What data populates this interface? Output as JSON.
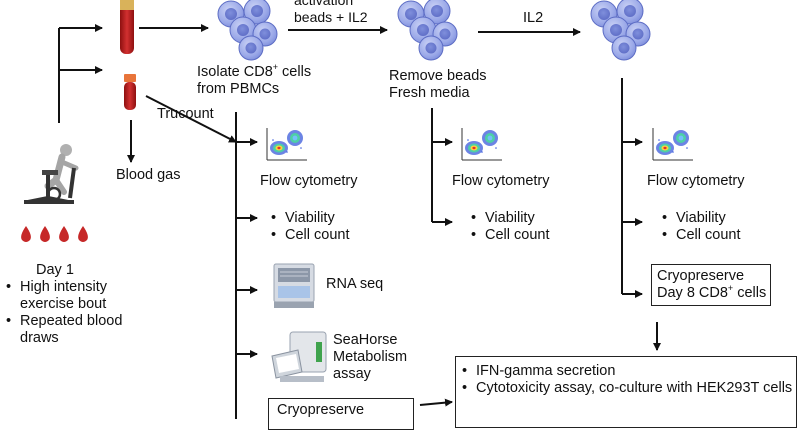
{
  "day1": {
    "title": "Day 1",
    "bullets": [
      "High intensity exercise bout",
      "Repeated blood draws"
    ],
    "bullet_lines": [
      [
        "High intensity",
        "exercise bout"
      ],
      [
        "Repeated blood",
        "draws"
      ]
    ]
  },
  "blood_gas_label": "Blood gas",
  "trucount_label": "Trucount",
  "isolate": {
    "line1": "Isolate CD8",
    "sup": "+",
    "line1_tail": " cells",
    "line2": "from PBMCs"
  },
  "activation": {
    "line1": "activation",
    "line2": "beads + IL2"
  },
  "il2_label": "IL2",
  "remove_beads": {
    "line1": "Remove beads",
    "line2": "Fresh media"
  },
  "flow_cytometry_label": "Flow cytometry",
  "viability_label": "Viability",
  "cell_count_label": "Cell count",
  "rna_seq_label": "RNA seq",
  "seahorse": {
    "line1": "SeaHorse",
    "line2": "Metabolism",
    "line3": "assay"
  },
  "cryo_day1": "Cryopreserve",
  "cryo_day8": {
    "line1": "Cryopreserve",
    "line2_pre": "Day 8 CD8",
    "sup": "+",
    "line2_post": " cells"
  },
  "assays": [
    "IFN-gamma secretion",
    "Cytotoxicity assay, co-culture with HEK293T cells"
  ],
  "colors": {
    "cell_fill": "#9aa8e8",
    "cell_stroke": "#5c6cc4",
    "blood_red": "#c62828",
    "arrow": "#111111"
  },
  "icons": [
    "exercise-bike-icon",
    "blood-drop-icon",
    "blood-tube-icon",
    "flow-plot-icon",
    "sequencer-icon",
    "seahorse-analyzer-icon",
    "cell-cluster-icon"
  ]
}
